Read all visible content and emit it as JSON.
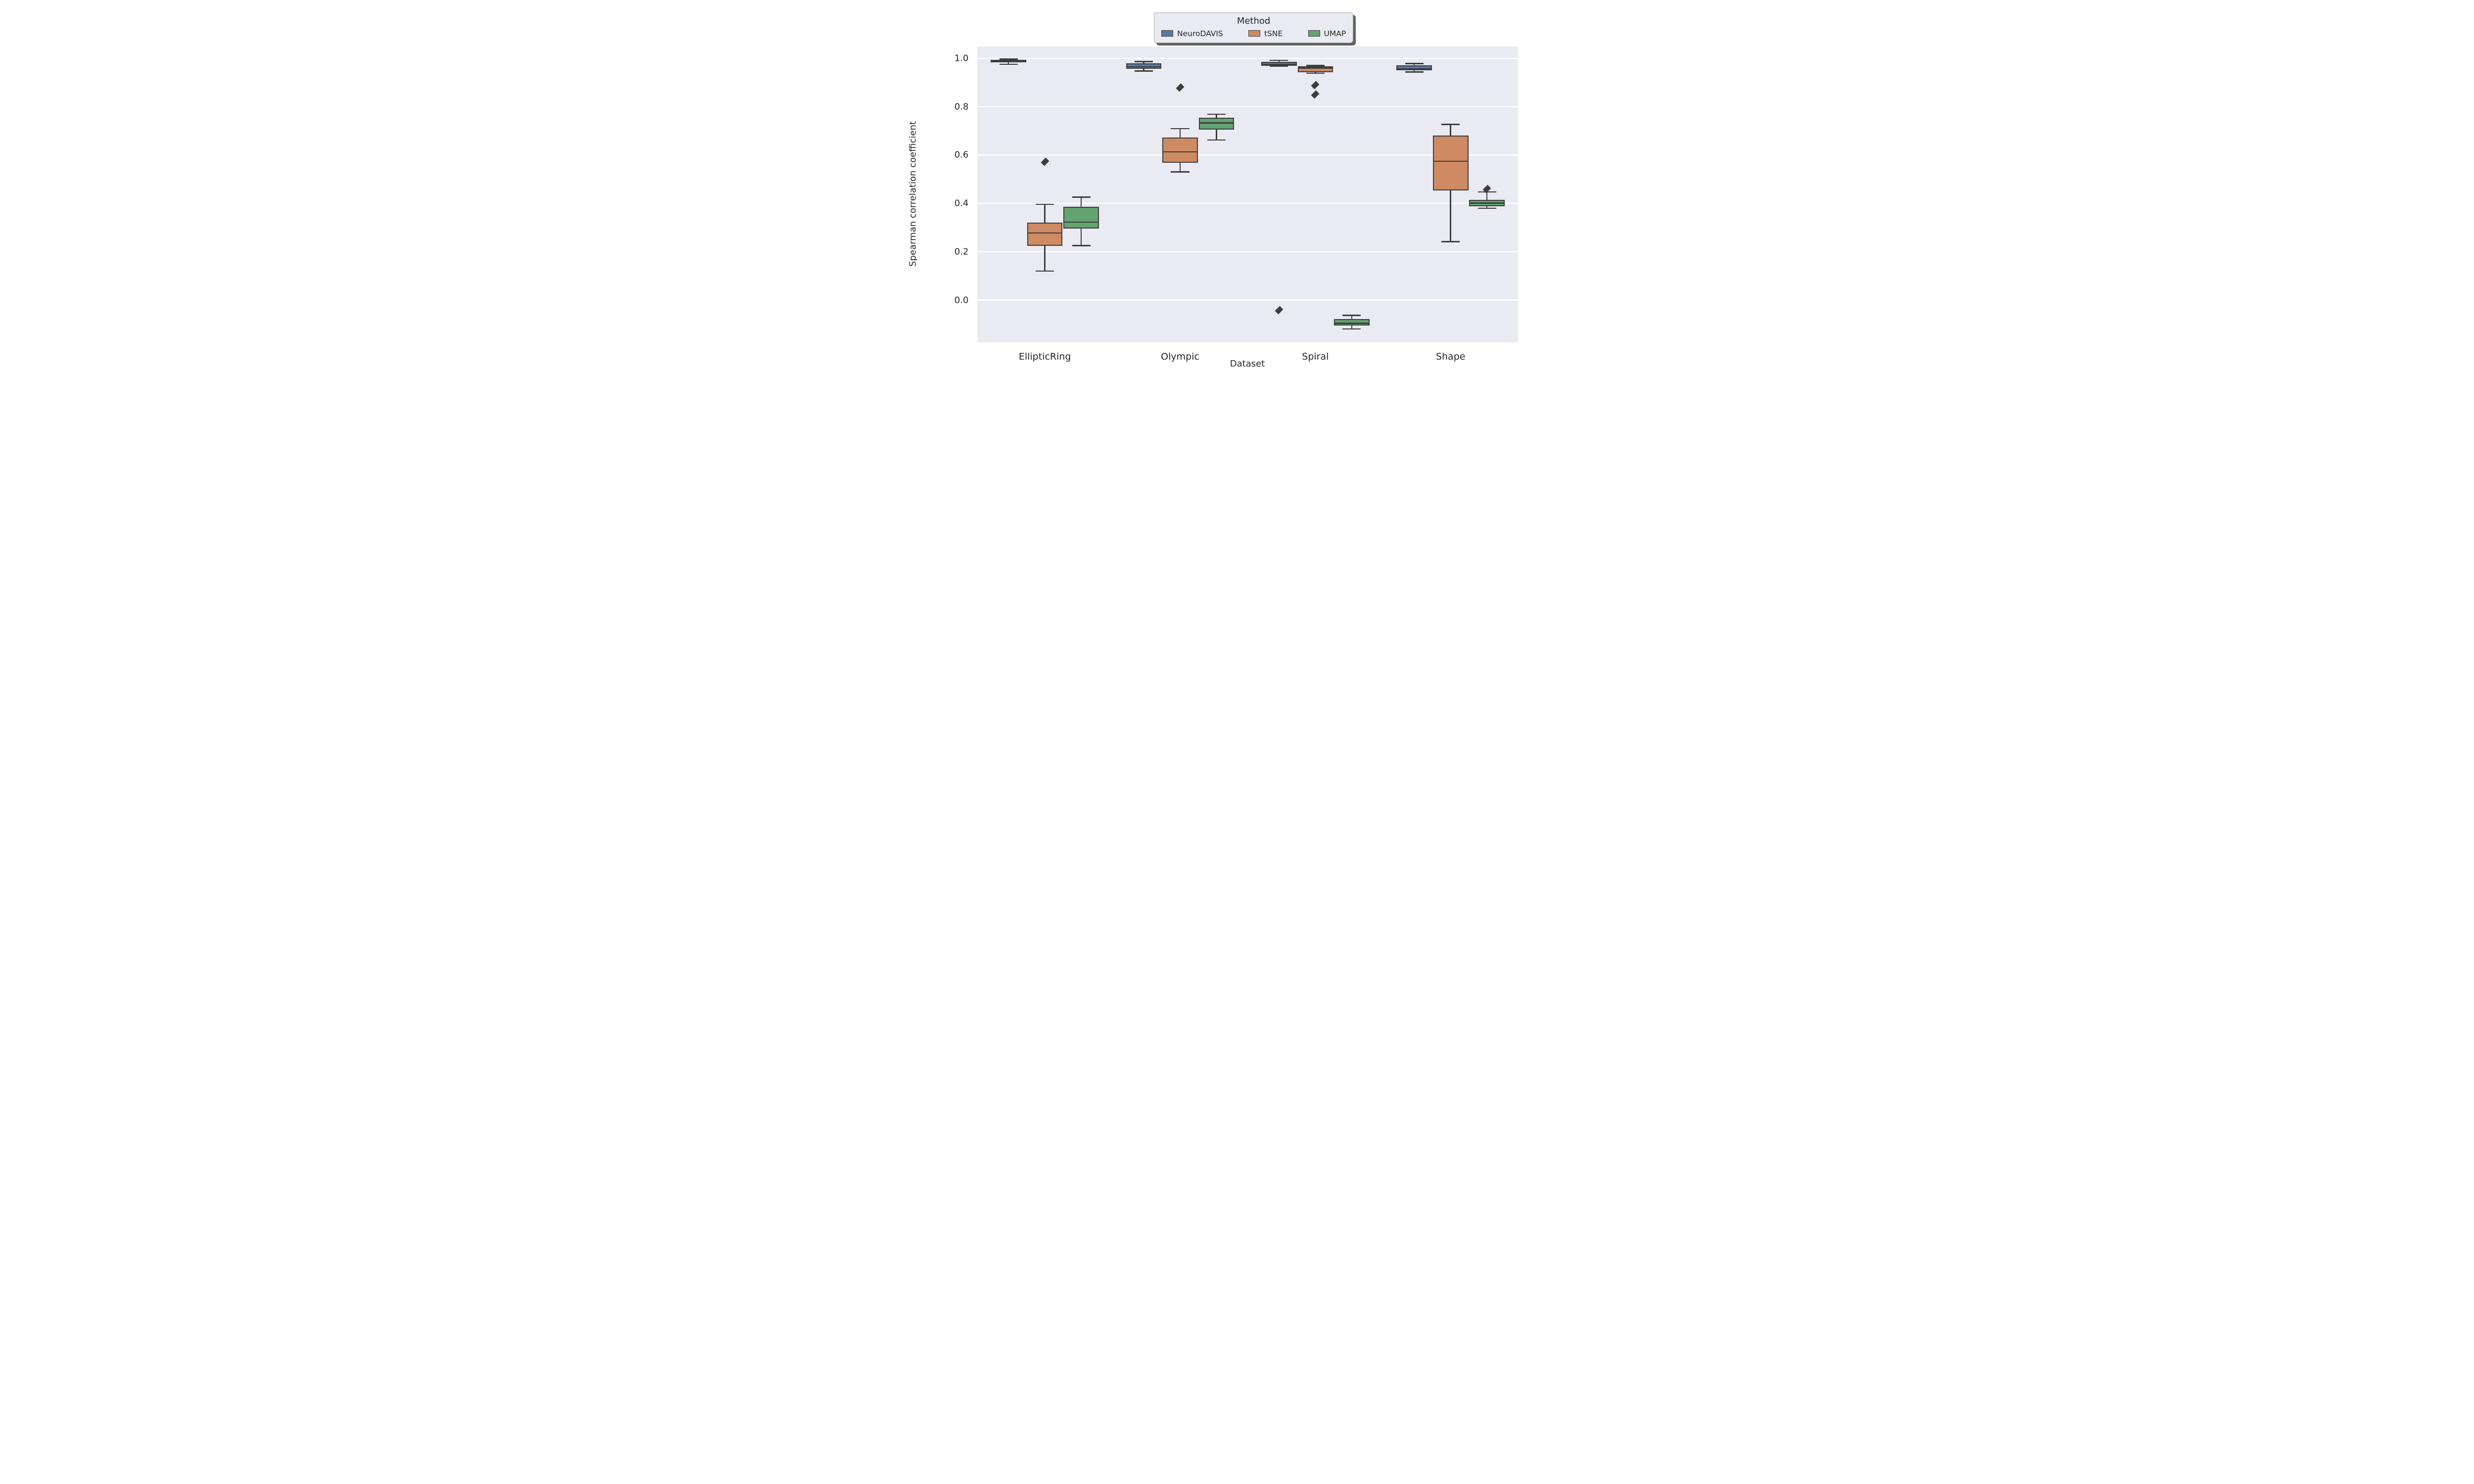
{
  "figure": {
    "background": "#ffffff",
    "plot_background": "#eaeaf2",
    "grid_color": "#ffffff",
    "line_color": "#3d3d3d",
    "text_color": "#262626"
  },
  "legend": {
    "title": "Method",
    "entries": [
      {
        "label": "NeuroDAVIS",
        "color": "#5878a8"
      },
      {
        "label": "tSNE",
        "color": "#ce8a62"
      },
      {
        "label": "UMAP",
        "color": "#63a370"
      }
    ]
  },
  "chart_data": {
    "type": "box",
    "title": "",
    "xlabel": "Dataset",
    "ylabel": "Spearman correlation coefficient",
    "categories": [
      "EllipticRing",
      "Olympic",
      "Spiral",
      "Shape"
    ],
    "category_positions_pct": [
      12.5,
      37.5,
      62.5,
      87.5
    ],
    "y_ticks": [
      0.0,
      0.2,
      0.4,
      0.6,
      0.8,
      1.0
    ],
    "ylim": [
      -0.174,
      1.049
    ],
    "grid": true,
    "legend_position": "upper center, above axes",
    "group_offset_pct": 6.72,
    "box_width_pct": 6.55,
    "cap_width_pct": 3.4,
    "series": [
      {
        "name": "NeuroDAVIS",
        "color": "#5878a8",
        "boxes": [
          {
            "whislo": 0.976,
            "q1": 0.983,
            "med": 0.989,
            "q3": 0.995,
            "whishi": 0.997,
            "outliers": []
          },
          {
            "whislo": 0.948,
            "q1": 0.957,
            "med": 0.963,
            "q3": 0.98,
            "whishi": 0.987,
            "outliers": []
          },
          {
            "whislo": 0.967,
            "q1": 0.97,
            "med": 0.972,
            "q3": 0.985,
            "whishi": 0.992,
            "outliers": [
              -0.042
            ]
          },
          {
            "whislo": 0.944,
            "q1": 0.951,
            "med": 0.954,
            "q3": 0.972,
            "whishi": 0.979,
            "outliers": []
          }
        ]
      },
      {
        "name": "tSNE",
        "color": "#ce8a62",
        "boxes": [
          {
            "whislo": 0.12,
            "q1": 0.224,
            "med": 0.278,
            "q3": 0.321,
            "whishi": 0.396,
            "outliers": [
              0.572
            ]
          },
          {
            "whislo": 0.53,
            "q1": 0.569,
            "med": 0.613,
            "q3": 0.672,
            "whishi": 0.709,
            "outliers": [
              0.879
            ]
          },
          {
            "whislo": 0.939,
            "q1": 0.943,
            "med": 0.962,
            "q3": 0.968,
            "whishi": 0.97,
            "outliers": [
              0.889,
              0.85
            ]
          },
          {
            "whislo": 0.242,
            "q1": 0.454,
            "med": 0.575,
            "q3": 0.681,
            "whishi": 0.727,
            "outliers": []
          }
        ]
      },
      {
        "name": "UMAP",
        "color": "#63a370",
        "boxes": [
          {
            "whislo": 0.225,
            "q1": 0.296,
            "med": 0.321,
            "q3": 0.386,
            "whishi": 0.426,
            "outliers": []
          },
          {
            "whislo": 0.662,
            "q1": 0.706,
            "med": 0.734,
            "q3": 0.755,
            "whishi": 0.769,
            "outliers": []
          },
          {
            "whislo": -0.119,
            "q1": -0.106,
            "med": -0.098,
            "q3": -0.079,
            "whishi": -0.063,
            "outliers": []
          },
          {
            "whislo": 0.38,
            "q1": 0.388,
            "med": 0.401,
            "q3": 0.414,
            "whishi": 0.447,
            "outliers": [
              0.46
            ]
          }
        ]
      }
    ]
  }
}
